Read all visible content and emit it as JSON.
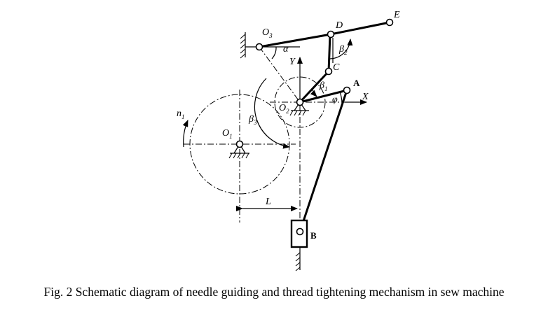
{
  "caption": "Fig. 2 Schematic diagram of needle guiding and thread tightening mechanism in sew machine",
  "labels": {
    "O3": "O",
    "O3_sub": "3",
    "O2": "O",
    "O2_sub": "2",
    "O1": "O",
    "O1_sub": "1",
    "D": "D",
    "E": "E",
    "C": "C",
    "A": "A",
    "B": "B",
    "X": "X",
    "Y": "Y",
    "alpha": "α",
    "phi": "φ",
    "beta1": "β",
    "beta1_sub": "1",
    "beta2": "β",
    "beta2_sub": "2",
    "beta3": "β",
    "beta3_sub": "3",
    "n1": "n",
    "n1_sub": "1",
    "L": "L"
  }
}
